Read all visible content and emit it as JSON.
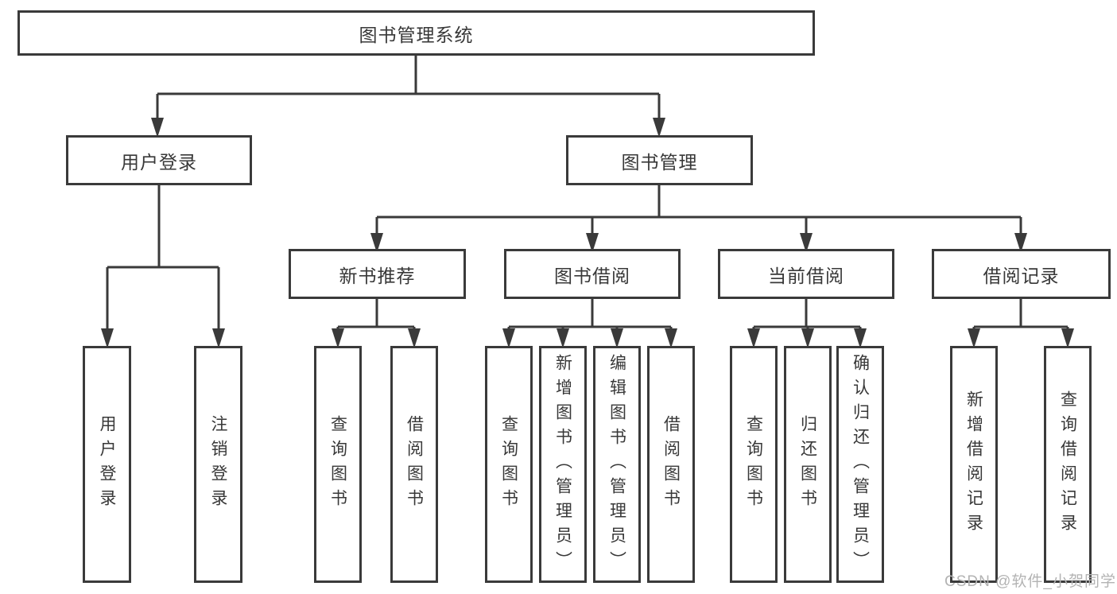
{
  "diagram": {
    "root": {
      "label": "图书管理系统"
    },
    "level2": [
      {
        "id": "user-login",
        "label": "用户登录",
        "parent": "图书管理系统"
      },
      {
        "id": "book-management",
        "label": "图书管理",
        "parent": "图书管理系统"
      }
    ],
    "level3": [
      {
        "id": "new-book-recommend",
        "label": "新书推荐",
        "parent": "图书管理"
      },
      {
        "id": "book-borrow",
        "label": "图书借阅",
        "parent": "图书管理"
      },
      {
        "id": "current-borrow",
        "label": "当前借阅",
        "parent": "图书管理"
      },
      {
        "id": "borrow-records",
        "label": "借阅记录",
        "parent": "图书管理"
      }
    ],
    "leaves": [
      {
        "label": "用户登录",
        "parent": "用户登录"
      },
      {
        "label": "注销登录",
        "parent": "用户登录"
      },
      {
        "label": "查询图书",
        "parent": "新书推荐"
      },
      {
        "label": "借阅图书",
        "parent": "新书推荐"
      },
      {
        "label": "查询图书",
        "parent": "图书借阅"
      },
      {
        "label": "新增图书（管理员）",
        "parent": "图书借阅"
      },
      {
        "label": "编辑图书（管理员）",
        "parent": "图书借阅"
      },
      {
        "label": "借阅图书",
        "parent": "图书借阅"
      },
      {
        "label": "查询图书",
        "parent": "当前借阅"
      },
      {
        "label": "归还图书",
        "parent": "当前借阅"
      },
      {
        "label": "确认归还（管理员）",
        "parent": "当前借阅"
      },
      {
        "label": "新增借阅记录",
        "parent": "借阅记录"
      },
      {
        "label": "查询借阅记录",
        "parent": "借阅记录"
      }
    ]
  },
  "watermark": {
    "text": "CSDN @软件_小贺同学"
  },
  "colors": {
    "line": "#3a3a3a",
    "box_border": "#3a3a3a",
    "text": "#383838",
    "background": "#ffffff",
    "watermark": "#b3b3b3"
  }
}
